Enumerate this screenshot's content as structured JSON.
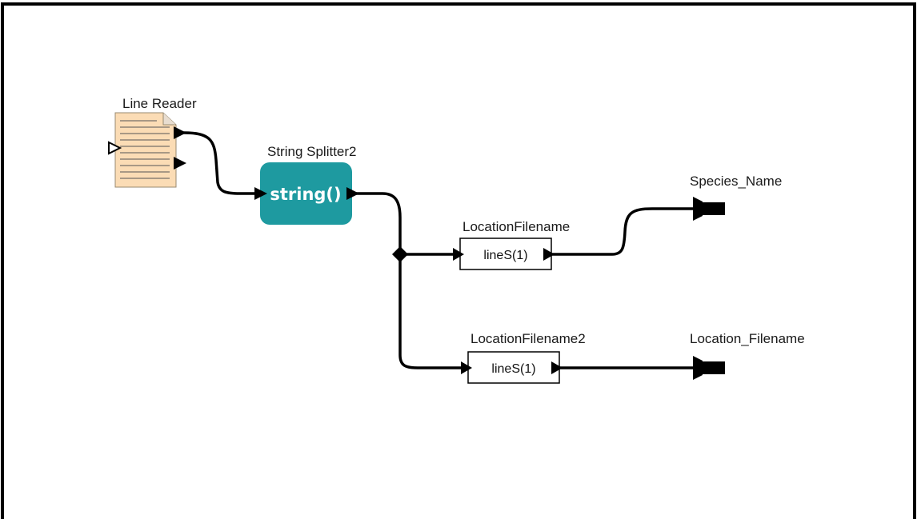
{
  "nodes": {
    "line_reader": {
      "label": "Line Reader",
      "icon": "document-icon",
      "color": "#fbdcb5"
    },
    "string_splitter": {
      "label": "String Splitter2",
      "body": "string()",
      "color": "#1e9aa0"
    },
    "location_filename": {
      "label": "LocationFilename",
      "body": "lineS(1)"
    },
    "location_filename2": {
      "label": "LocationFilename2",
      "body": "lineS(1)"
    },
    "species_name_out": {
      "label": "Species_Name",
      "icon": "output-port-icon"
    },
    "location_filename_out": {
      "label": "Location_Filename",
      "icon": "output-port-icon"
    }
  }
}
